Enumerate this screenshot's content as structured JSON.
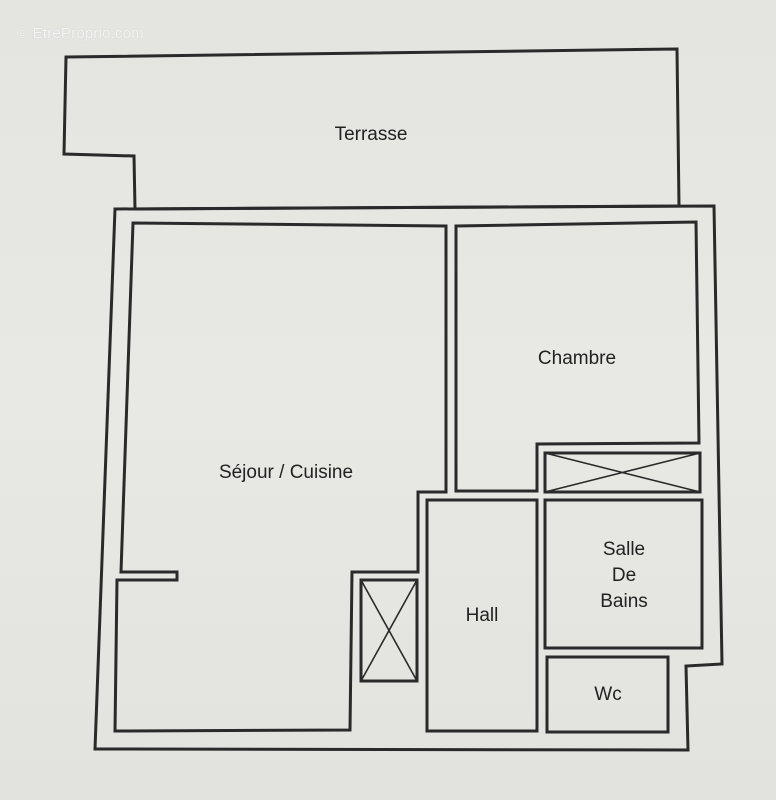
{
  "watermark": "© EtreProprio.com",
  "rooms": {
    "terrasse": "Terrasse",
    "chambre": "Chambre",
    "sejour_cuisine": "Séjour / Cuisine",
    "salle_de_bains": [
      "Salle",
      "De",
      "Bains"
    ],
    "hall": "Hall",
    "wc": "Wc"
  }
}
